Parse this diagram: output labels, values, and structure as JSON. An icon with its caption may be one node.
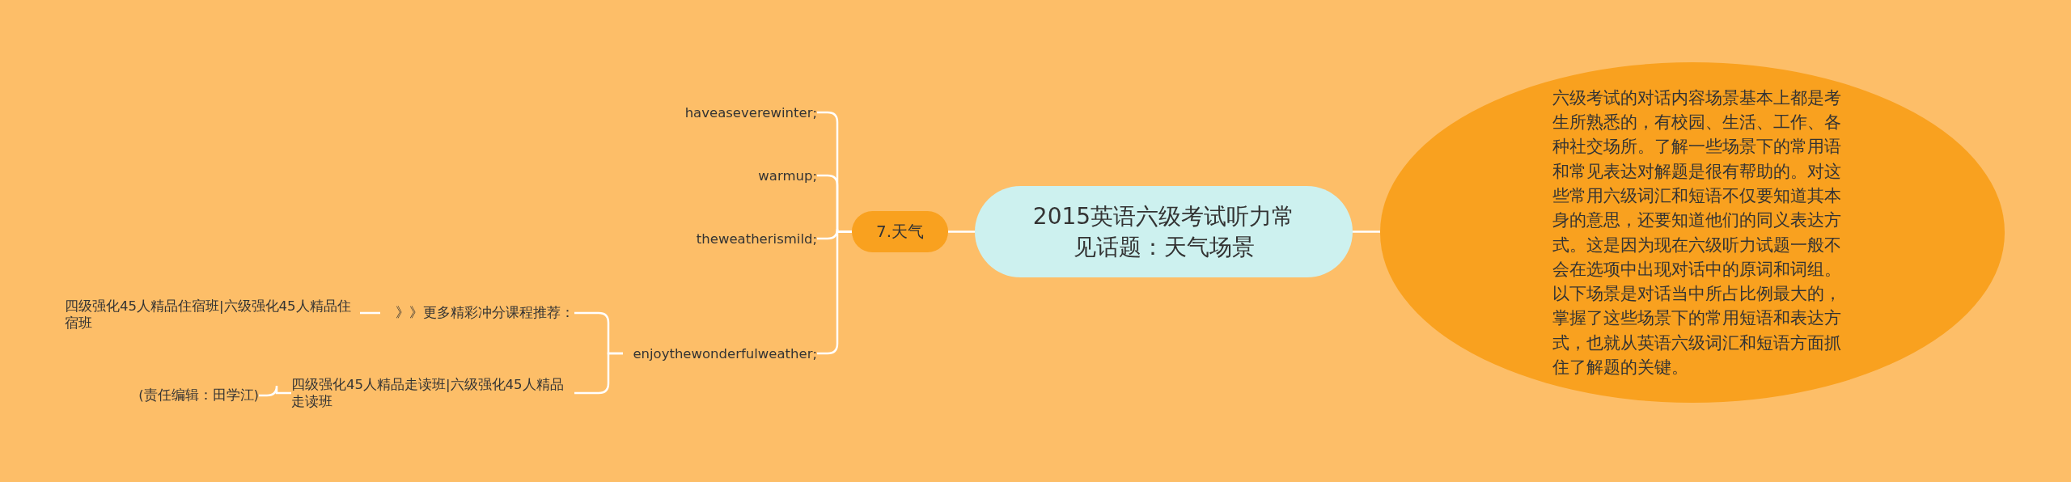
{
  "diagram": {
    "nodes": [
      {
        "text": [
          "2015英语六级考试听力常见话题：天气场景"
        ]
      },
      {
        "text": [
          "六级考试的对话内容场景基本上都是考生所熟悉的，有校园、生活、工作、各种社交场所。了解一些场景下的常用语和常见表达对解题是很有帮助的。对这些常用六级词汇和短语不仅要知道其本身的意思，还要知道他们的同义表达方式。这是因为现在六级听力试题一般不会在选项中出现对话中的原词和词组。以下场景是对话当中所占比例最大的，掌握了这些场景下的常用短语和表达方式，也就从英语六级词汇和短语方面抓住了解题的关键。"
        ]
      },
      {
        "text": [
          "7.天气"
        ]
      },
      {
        "text": [
          "haveaseverewinter;"
        ]
      },
      {
        "text": [
          "warmup;"
        ]
      },
      {
        "text": [
          "theweatherismild;"
        ]
      },
      {
        "text": [
          "enjoythewonderfulweather;"
        ]
      },
      {
        "text": [
          "》》更多精彩冲分课程推荐："
        ]
      },
      {
        "text": [
          "四级强化45人精品住宿班|六级强化45人精品住宿班"
        ]
      },
      {
        "text": [
          "四级强化45人精品走读班|六级强化45人精品走读班"
        ]
      },
      {
        "text": [
          "(责任编辑：田学江)"
        ]
      }
    ],
    "edges": [
      {
        "from": 0,
        "to": 1,
        "arrow": "none"
      },
      {
        "from": 0,
        "to": 2,
        "arrow": "none"
      },
      {
        "from": 2,
        "to": 3,
        "arrow": "none"
      },
      {
        "from": 2,
        "to": 4,
        "arrow": "none"
      },
      {
        "from": 2,
        "to": 5,
        "arrow": "none"
      },
      {
        "from": 2,
        "to": 6,
        "arrow": "none"
      },
      {
        "from": 6,
        "to": 7,
        "arrow": "none"
      },
      {
        "from": 6,
        "to": 9,
        "arrow": "none"
      },
      {
        "from": 7,
        "to": 8,
        "arrow": "none"
      },
      {
        "from": 9,
        "to": 10,
        "arrow": "none"
      }
    ]
  }
}
